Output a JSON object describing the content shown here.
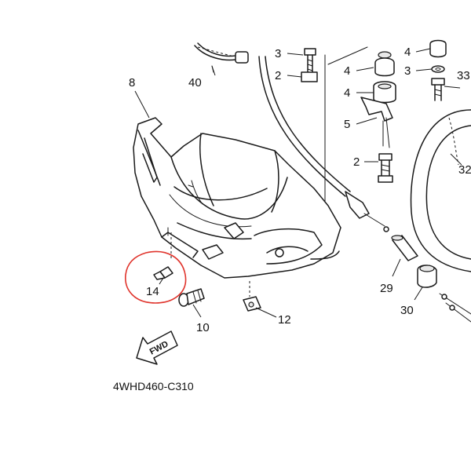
{
  "diagram": {
    "part_numbers": {
      "p3a": "3",
      "p2a": "2",
      "p40": "40",
      "p8": "8",
      "p4a": "4",
      "p4b": "4",
      "p3b": "3",
      "p4c": "4",
      "p33": "33",
      "p5": "5",
      "p2b": "2",
      "p32": "32",
      "p14": "14",
      "p10": "10",
      "p12": "12",
      "p29": "29",
      "p30": "30"
    },
    "fwd_label": "FWD",
    "diagram_code": "4WHD460-C310",
    "colors": {
      "ink": "#1a1a1a",
      "highlight_circle": "#e0342c",
      "background": "#ffffff"
    }
  }
}
